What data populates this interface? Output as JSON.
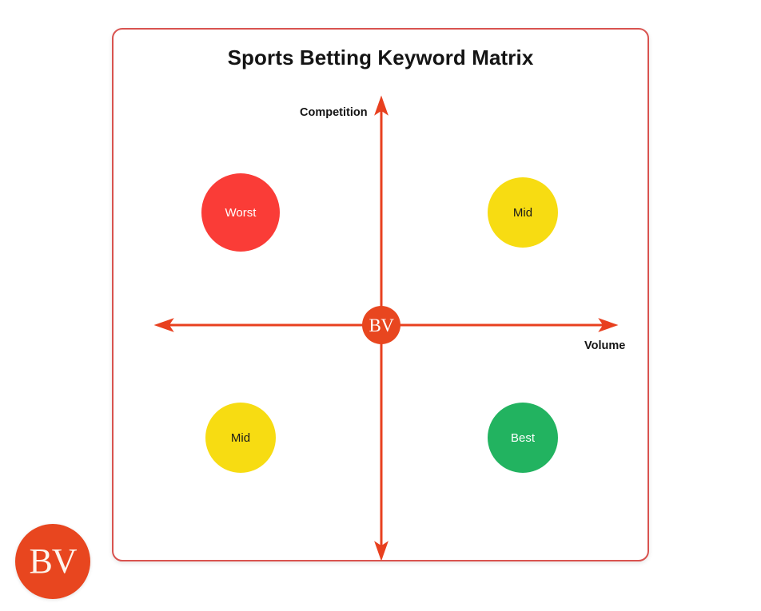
{
  "brand": {
    "logo_mark": "BV",
    "logo_color": "#e8461f"
  },
  "card": {
    "border_color": "#d9534f",
    "background": "#ffffff"
  },
  "chart_data": {
    "type": "scatter",
    "title": "Sports Betting Keyword Matrix",
    "xlabel": "Volume",
    "ylabel": "Competition",
    "grid": false,
    "legend": "none",
    "axis_style": "double-headed-arrows-through-origin",
    "axis_color": "#e8401f",
    "origin_marker": "BV",
    "quadrants": [
      {
        "name": "top-left",
        "label": "Worst",
        "color": "#fa3c37",
        "text_color": "#ffffff",
        "volume": "low",
        "competition": "high",
        "radius": 49
      },
      {
        "name": "top-right",
        "label": "Mid",
        "color": "#f7dc12",
        "text_color": "#1a1a1a",
        "volume": "high",
        "competition": "high",
        "radius": 44
      },
      {
        "name": "bottom-left",
        "label": "Mid",
        "color": "#f7dc12",
        "text_color": "#1a1a1a",
        "volume": "low",
        "competition": "low",
        "radius": 44
      },
      {
        "name": "bottom-right",
        "label": "Best",
        "color": "#22b360",
        "text_color": "#ffffff",
        "volume": "high",
        "competition": "low",
        "radius": 44
      }
    ]
  }
}
